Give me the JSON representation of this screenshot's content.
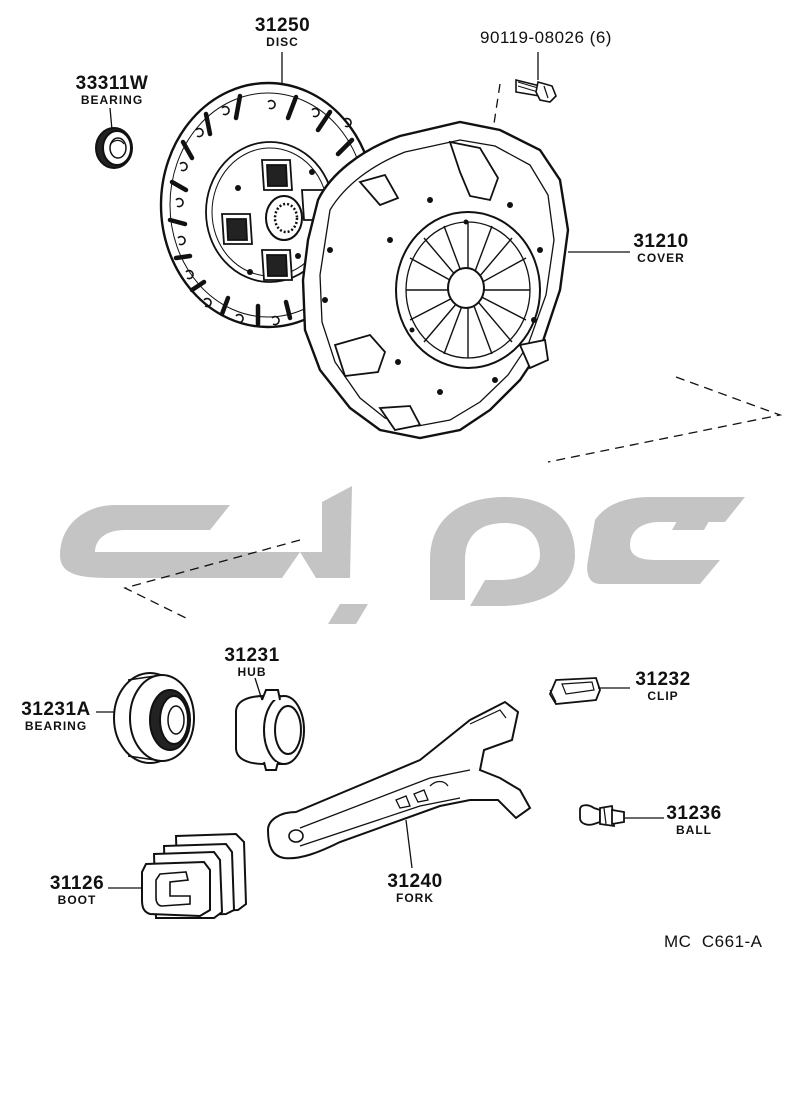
{
  "parts": {
    "bolt": {
      "number": "90119-08026 (6)"
    },
    "disc": {
      "number": "31250",
      "name": "DISC"
    },
    "bearing_pilot": {
      "number": "33311W",
      "name": "BEARING"
    },
    "cover": {
      "number": "31210",
      "name": "COVER"
    },
    "hub": {
      "number": "31231",
      "name": "HUB"
    },
    "bearing_release": {
      "number": "31231A",
      "name": "BEARING"
    },
    "clip": {
      "number": "31232",
      "name": "CLIP"
    },
    "ball": {
      "number": "31236",
      "name": "BALL"
    },
    "fork": {
      "number": "31240",
      "name": "FORK"
    },
    "boot": {
      "number": "31126",
      "name": "BOOT"
    }
  },
  "diagram_code": "MC  C661-A",
  "colors": {
    "line": "#111111",
    "watermark": "#c4c4c4"
  }
}
